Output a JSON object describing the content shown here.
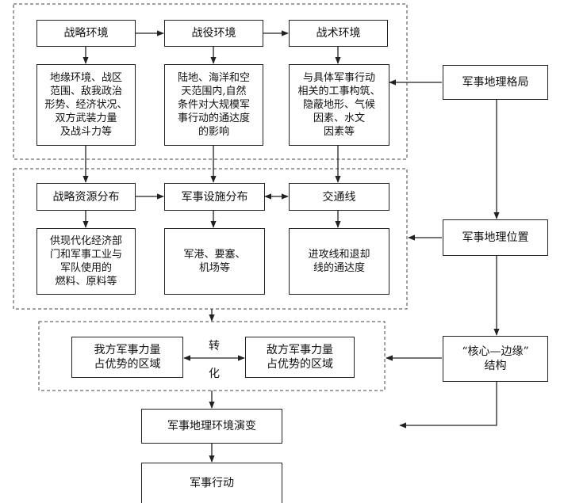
{
  "nodes": {
    "strategic_env": "战略环境",
    "campaign_env": "战役环境",
    "tactical_env": "战术环境",
    "strategic_detail": "地缘环境、战区\n范围、敌我政治\n形势、经济状况、\n双方武装力量\n及战斗力等",
    "campaign_detail": "陆地、海洋和空\n天范围内,自然\n条件对大规模军\n事行动的通达度\n的影响",
    "tactical_detail": "与具体军事行动\n相关的工事构筑、\n隐蔽地形、气候\n因素、水文\n因素等",
    "strategic_resources": "战略资源分布",
    "military_facilities": "军事设施分布",
    "traffic_lines": "交通线",
    "resources_detail": "供现代化经济部\n门和军事工业与\n军队使用的\n燃料、原料等",
    "facilities_detail": "军港、要塞、\n机场等",
    "traffic_detail": "进攻线和退却\n线的通达度",
    "our_advantage": "我方军事力量\n占优势的区域",
    "enemy_advantage": "敌方军事力量\n占优势的区域",
    "evolution": "军事地理环境演变",
    "action": "军事行动",
    "pattern": "军事地理格局",
    "position": "军事地理位置",
    "core_edge": "“核心—边缘”\n结构"
  },
  "labels": {
    "transform_1": "转",
    "transform_2": "化"
  }
}
